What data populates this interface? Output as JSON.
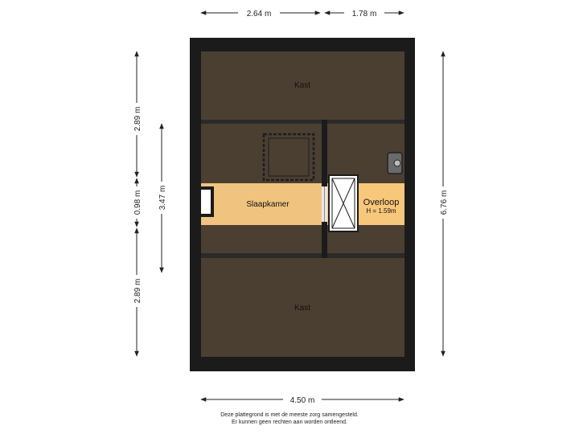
{
  "dimensions": {
    "top_left": "2.64 m",
    "top_right": "1.78 m",
    "bottom": "4.50 m",
    "left_top": "2.89 m",
    "left_middle": "0.98 m",
    "left_bottom": "2.89 m",
    "left_inner": "3.47 m",
    "right": "6.76 m"
  },
  "rooms": {
    "kast_top": "Kast",
    "kast_bottom": "Kast",
    "slaapkamer": "Slaapkamer",
    "overloop": "Overloop",
    "overloop_height": "H = 1.59m"
  },
  "disclaimer": {
    "line1": "Deze plattegrond is met de meeste zorg samengesteld.",
    "line2": "Er kunnen geen rechten aan worden ontleend."
  },
  "colors": {
    "wall": "#1b1b1b",
    "kast_floor": "#4a3f31",
    "bedroom_floor": "#f0c47e",
    "landing_floor": "#f7c77a"
  }
}
